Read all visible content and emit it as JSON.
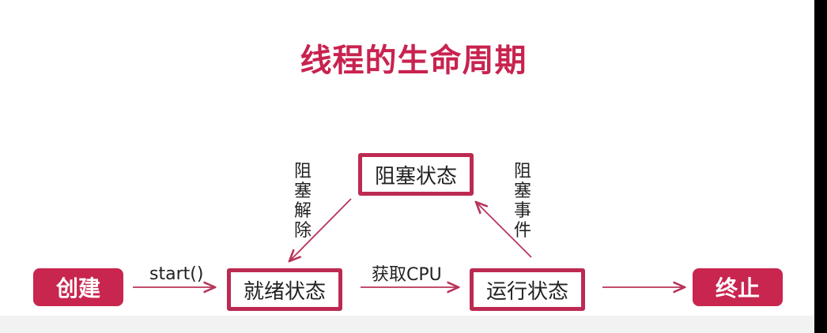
{
  "title": "线程的生命周期",
  "states": {
    "create": "创建",
    "ready": "就绪状态",
    "running": "运行状态",
    "blocked": "阻塞状态",
    "end": "终止"
  },
  "edges": {
    "start": "start()",
    "get_cpu": "获取CPU",
    "block_event": "阻塞事件",
    "unblock": "阻塞解除"
  },
  "colors": {
    "accent": "#c8254f",
    "box_border": "#bc2a52",
    "arrow": "#b8345a"
  }
}
